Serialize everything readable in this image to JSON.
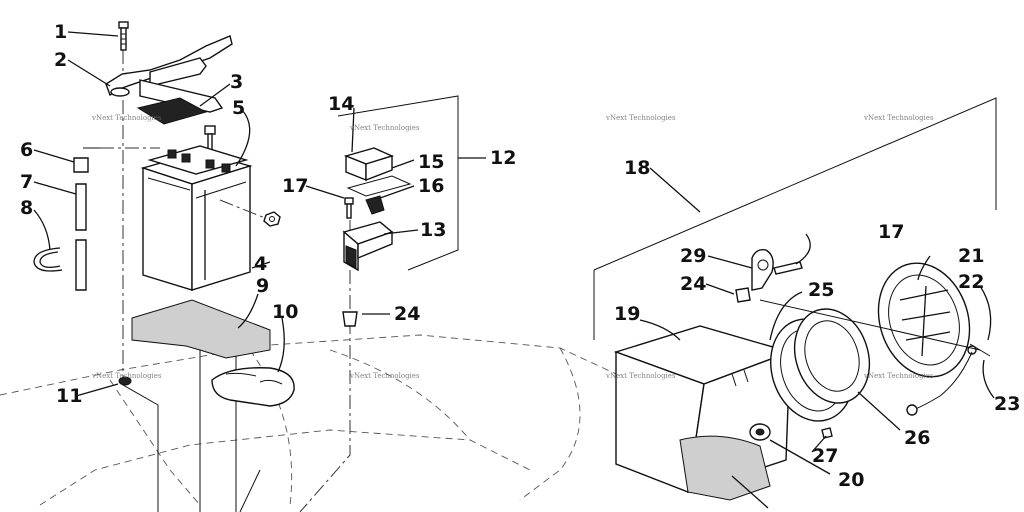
{
  "callouts": [
    "1",
    "2",
    "3",
    "4",
    "5",
    "6",
    "7",
    "8",
    "9",
    "10",
    "11",
    "12",
    "13",
    "14",
    "15",
    "16",
    "17",
    "24",
    "17",
    "18",
    "19",
    "20",
    "21",
    "22",
    "23",
    "24",
    "25",
    "26",
    "27",
    "29"
  ],
  "watermark": "vNext Technologies"
}
